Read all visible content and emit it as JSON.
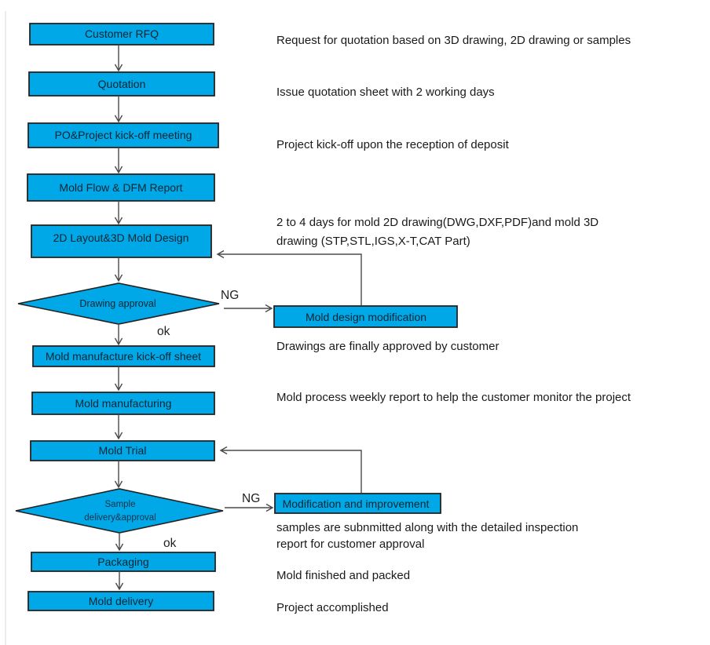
{
  "colors": {
    "box_fill": "#00A8E8",
    "box_border": "#232323",
    "connector": "#4a4a4a",
    "box_text": "#0e2531",
    "annotation_text": "#1a1a1a"
  },
  "boxes": {
    "customer_rfq": "Customer RFQ",
    "quotation": "Quotation",
    "po_meeting": "PO&Project kick-off meeting",
    "mold_flow": "Mold Flow & DFM Report",
    "layout_design": "2D Layout&3D Mold Design",
    "mold_design_mod": "Mold design modification",
    "kick_off_sheet": "Mold manufacture kick-off sheet",
    "mold_manufacturing": "Mold manufacturing",
    "mold_trial": "Mold Trial",
    "modification_improvement": "Modification and improvement",
    "packaging": "Packaging",
    "mold_delivery": "Mold delivery"
  },
  "decisions": {
    "drawing_approval": "Drawing approval",
    "sample_delivery": {
      "line1": "Sample",
      "line2": "delivery&approval"
    }
  },
  "edge_labels": {
    "ng_drawing": "NG",
    "ok_drawing": "ok",
    "ng_sample": "NG",
    "ok_sample": "ok"
  },
  "annotations": {
    "rfq": "Request for quotation based on 3D drawing, 2D drawing or samples",
    "quotation": "Issue quotation sheet with 2 working days",
    "kickoff": "Project kick-off upon the reception of deposit",
    "design_line1": "2 to 4 days for mold 2D drawing(DWG,DXF,PDF)and mold 3D",
    "design_line2": "drawing (STP,STL,IGS,X-T,CAT Part)",
    "approved": "Drawings are finally approved by customer",
    "weekly_report": "Mold process weekly report to help the customer monitor the project",
    "samples_line1": "samples are subnmitted along with the detailed inspection",
    "samples_line2": "report for customer approval",
    "packed": "Mold finished and packed",
    "accomplished": "Project accomplished"
  }
}
